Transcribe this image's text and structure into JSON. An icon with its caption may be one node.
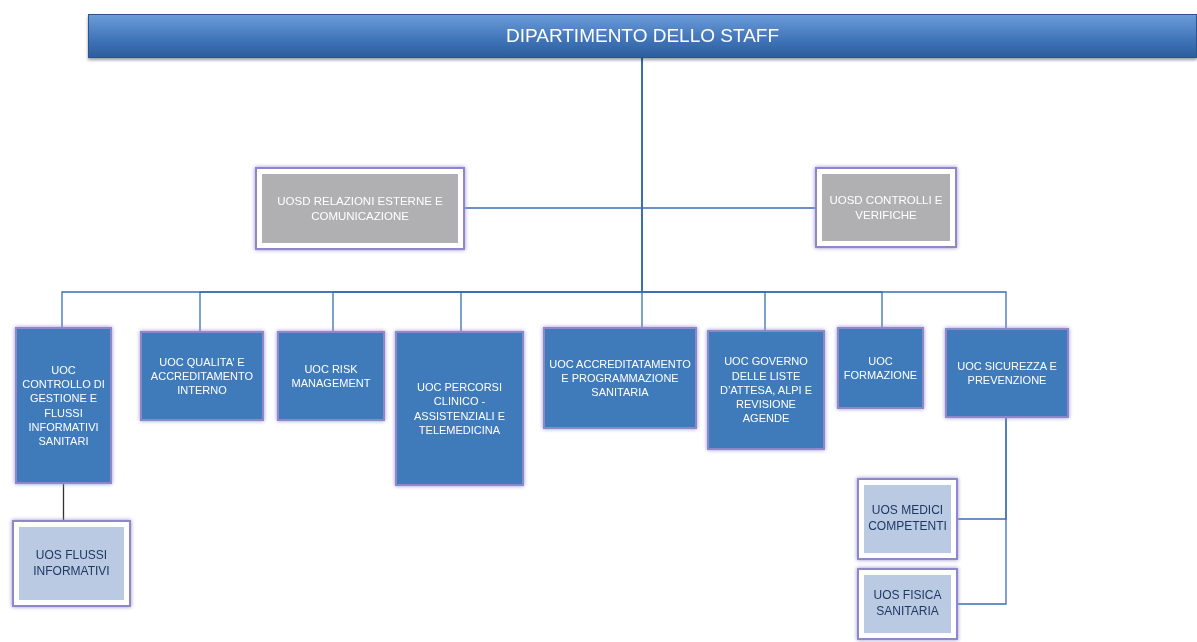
{
  "diagram": {
    "nodes": [
      {
        "text": [
          "DIPARTIMENTO DELLO STAFF"
        ]
      },
      {
        "text": [
          "UOSD RELAZIONI ESTERNE E COMUNICAZIONE"
        ]
      },
      {
        "text": [
          "UOSD CONTROLLI E VERIFICHE"
        ]
      },
      {
        "text": [
          "UOC CONTROLLO DI GESTIONE E FLUSSI INFORMATIVI SANITARI"
        ]
      },
      {
        "text": [
          "UOC QUALITA’ E ACCREDITAMENTO INTERNO"
        ]
      },
      {
        "text": [
          "UOC RISK MANAGEMENT"
        ]
      },
      {
        "text": [
          "UOC PERCORSI CLINICO - ASSISTENZIALI E TELEMEDICINA"
        ]
      },
      {
        "text": [
          "UOC ACCREDITATAMENTO E PROGRAMMAZIONE SANITARIA"
        ]
      },
      {
        "text": [
          "UOC GOVERNO DELLE LISTE D’ATTESA, ALPI E REVISIONE AGENDE"
        ]
      },
      {
        "text": [
          "UOC FORMAZIONE"
        ]
      },
      {
        "text": [
          "UOC SICUREZZA E PREVENZIONE"
        ]
      },
      {
        "text": [
          "UOS FLUSSI INFORMATIVI"
        ]
      },
      {
        "text": [
          "UOS MEDICI COMPETENTI"
        ]
      },
      {
        "text": [
          "UOS FISICA SANITARIA"
        ]
      }
    ],
    "edges": [
      {
        "from": 0,
        "to": 1,
        "arrow": "none"
      },
      {
        "from": 0,
        "to": 2,
        "arrow": "none"
      },
      {
        "from": 0,
        "to": 3,
        "arrow": "none"
      },
      {
        "from": 0,
        "to": 4,
        "arrow": "none"
      },
      {
        "from": 0,
        "to": 5,
        "arrow": "none"
      },
      {
        "from": 0,
        "to": 6,
        "arrow": "none"
      },
      {
        "from": 0,
        "to": 7,
        "arrow": "none"
      },
      {
        "from": 0,
        "to": 8,
        "arrow": "none"
      },
      {
        "from": 0,
        "to": 9,
        "arrow": "none"
      },
      {
        "from": 0,
        "to": 10,
        "arrow": "none"
      },
      {
        "from": 3,
        "to": 11,
        "arrow": "none",
        "color": "#333333"
      },
      {
        "from": 10,
        "to": 12,
        "arrow": "none"
      },
      {
        "from": 10,
        "to": 13,
        "arrow": "none"
      }
    ]
  }
}
